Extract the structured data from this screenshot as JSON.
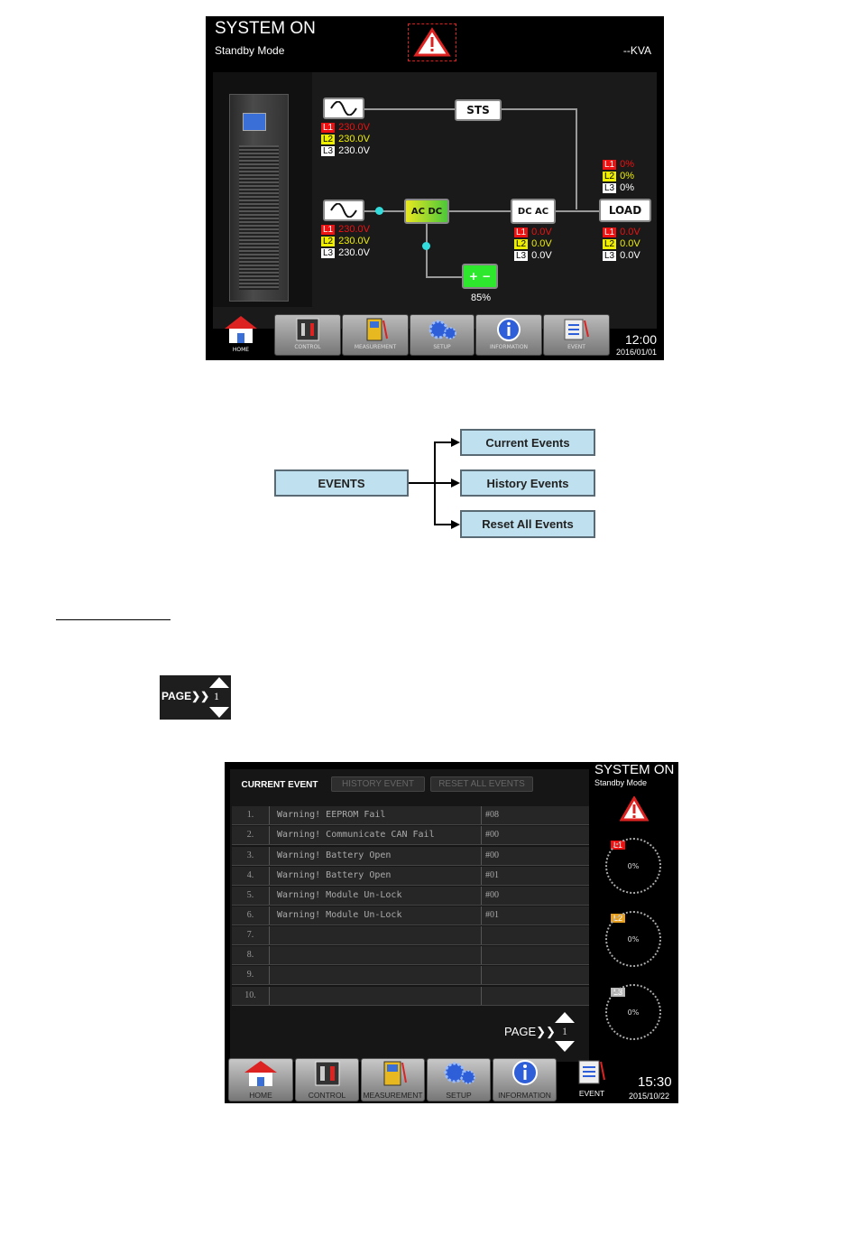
{
  "screen1": {
    "title": "SYSTEM ON",
    "mode": "Standby Mode",
    "kva": "--KVA",
    "sts_label": "STS",
    "load_label": "LOAD",
    "rectifier_label": "AC DC",
    "inverter_label": "DC AC",
    "bypass": [
      {
        "tag": "L1",
        "value": "230.0V"
      },
      {
        "tag": "L2",
        "value": "230.0V"
      },
      {
        "tag": "L3",
        "value": "230.0V"
      }
    ],
    "mains": [
      {
        "tag": "L1",
        "value": "230.0V"
      },
      {
        "tag": "L2",
        "value": "230.0V"
      },
      {
        "tag": "L3",
        "value": "230.0V"
      }
    ],
    "load_pct": [
      {
        "tag": "L1",
        "value": "0%"
      },
      {
        "tag": "L2",
        "value": "0%"
      },
      {
        "tag": "L3",
        "value": "0%"
      }
    ],
    "inverter_out": [
      {
        "tag": "L1",
        "value": "0.0V"
      },
      {
        "tag": "L2",
        "value": "0.0V"
      },
      {
        "tag": "L3",
        "value": "0.0V"
      }
    ],
    "load_out": [
      {
        "tag": "L1",
        "value": "0.0V"
      },
      {
        "tag": "L2",
        "value": "0.0V"
      },
      {
        "tag": "L3",
        "value": "0.0V"
      }
    ],
    "battery_pct": "85%",
    "battery_symbols": "+ −",
    "taskbar": [
      "HOME",
      "CONTROL",
      "MEASUREMENT",
      "SETUP",
      "INFORMATION",
      "EVENT"
    ],
    "time": "12:00",
    "date": "2016/01/01",
    "colors": {
      "l1": "#e11111",
      "l2": "#eeee00",
      "l3": "#ffffff",
      "battery": "#2ee82e",
      "link": "#33dddd"
    }
  },
  "tree": {
    "root": "EVENTS",
    "children": [
      "Current Events",
      "History Events",
      "Reset All Events"
    ],
    "box_color": "#bfe0ee"
  },
  "page_widget": {
    "label": "PAGE❯❯",
    "number": "1"
  },
  "screen2": {
    "tabs": [
      "CURRENT EVENT",
      "HISTORY EVENT",
      "RESET ALL EVENTS"
    ],
    "rows": [
      {
        "num": "1.",
        "desc": "Warning! EEPROM Fail",
        "code": "#08"
      },
      {
        "num": "2.",
        "desc": "Warning! Communicate CAN Fail",
        "code": "#00"
      },
      {
        "num": "3.",
        "desc": "Warning! Battery Open",
        "code": "#00"
      },
      {
        "num": "4.",
        "desc": "Warning! Battery Open",
        "code": "#01"
      },
      {
        "num": "5.",
        "desc": "Warning! Module Un-Lock",
        "code": "#00"
      },
      {
        "num": "6.",
        "desc": "Warning! Module Un-Lock",
        "code": "#01"
      },
      {
        "num": "7.",
        "desc": "",
        "code": ""
      },
      {
        "num": "8.",
        "desc": "",
        "code": ""
      },
      {
        "num": "9.",
        "desc": "",
        "code": ""
      },
      {
        "num": "10.",
        "desc": "",
        "code": ""
      }
    ],
    "title": "SYSTEM ON",
    "mode": "Standby Mode",
    "gauges": [
      {
        "tag": "L1",
        "value": "0%"
      },
      {
        "tag": "L2",
        "value": "0%"
      },
      {
        "tag": "L3",
        "value": "0%"
      }
    ],
    "page_label": "PAGE❯❯",
    "page_number": "1",
    "taskbar": [
      "HOME",
      "CONTROL",
      "MEASUREMENT",
      "SETUP",
      "INFORMATION",
      "EVENT"
    ],
    "time": "15:30",
    "date": "2015/10/22"
  }
}
